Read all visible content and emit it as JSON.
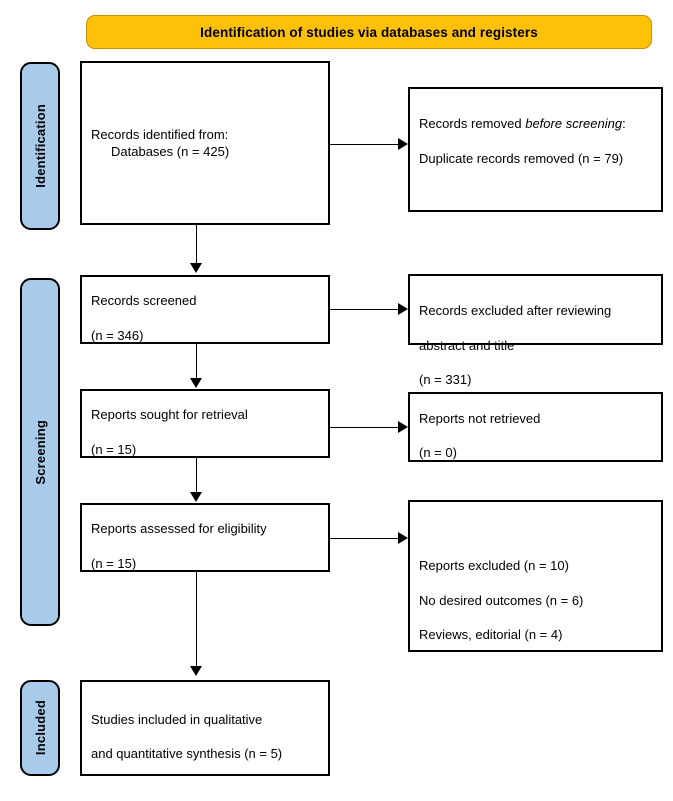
{
  "diagram": {
    "title": "Identification of studies via databases and registers",
    "type": "PRISMA flow diagram",
    "colors": {
      "banner_fill": "#FFC107",
      "banner_border": "#C48F00",
      "stage_pill_fill": "#A8CBEC",
      "stage_pill_border": "#000000",
      "box_border": "#000000",
      "box_fill": "#FFFFFF",
      "connector": "#000000",
      "text": "#000000"
    }
  },
  "stages": {
    "identification": "Identification",
    "screening": "Screening",
    "included": "Included"
  },
  "boxes": {
    "records_identified": {
      "line1": "Records identified from:",
      "line2": "Databases (n = 425)",
      "n": 425
    },
    "records_removed": {
      "prefix": "Records removed ",
      "emphasis": "before screening",
      "suffix": ":",
      "detail": "Duplicate records removed (n = 79)",
      "n": 79
    },
    "records_screened": {
      "label": "Records screened",
      "count": "(n = 346)",
      "n": 346
    },
    "records_excluded": {
      "line1": "Records excluded after reviewing",
      "line2": "abstract and title",
      "count": "(n = 331)",
      "n": 331
    },
    "reports_sought": {
      "label": "Reports sought for retrieval",
      "count": "(n = 15)",
      "n": 15
    },
    "reports_not_retrieved": {
      "label": "Reports not retrieved",
      "count": "(n = 0)",
      "n": 0
    },
    "reports_assessed": {
      "label": "Reports assessed for eligibility",
      "count": "(n = 15)",
      "n": 15
    },
    "reports_excluded": {
      "line1": "Reports excluded (n = 10)",
      "line2": "No desired outcomes (n = 6)",
      "line3": "Reviews, editorial (n = 4)",
      "n_total": 10,
      "n_no_desired_outcomes": 6,
      "n_reviews_editorial": 4
    },
    "studies_included": {
      "line1": "Studies included in qualitative",
      "line2": "and quantitative synthesis (n = 5)",
      "n": 5
    }
  }
}
